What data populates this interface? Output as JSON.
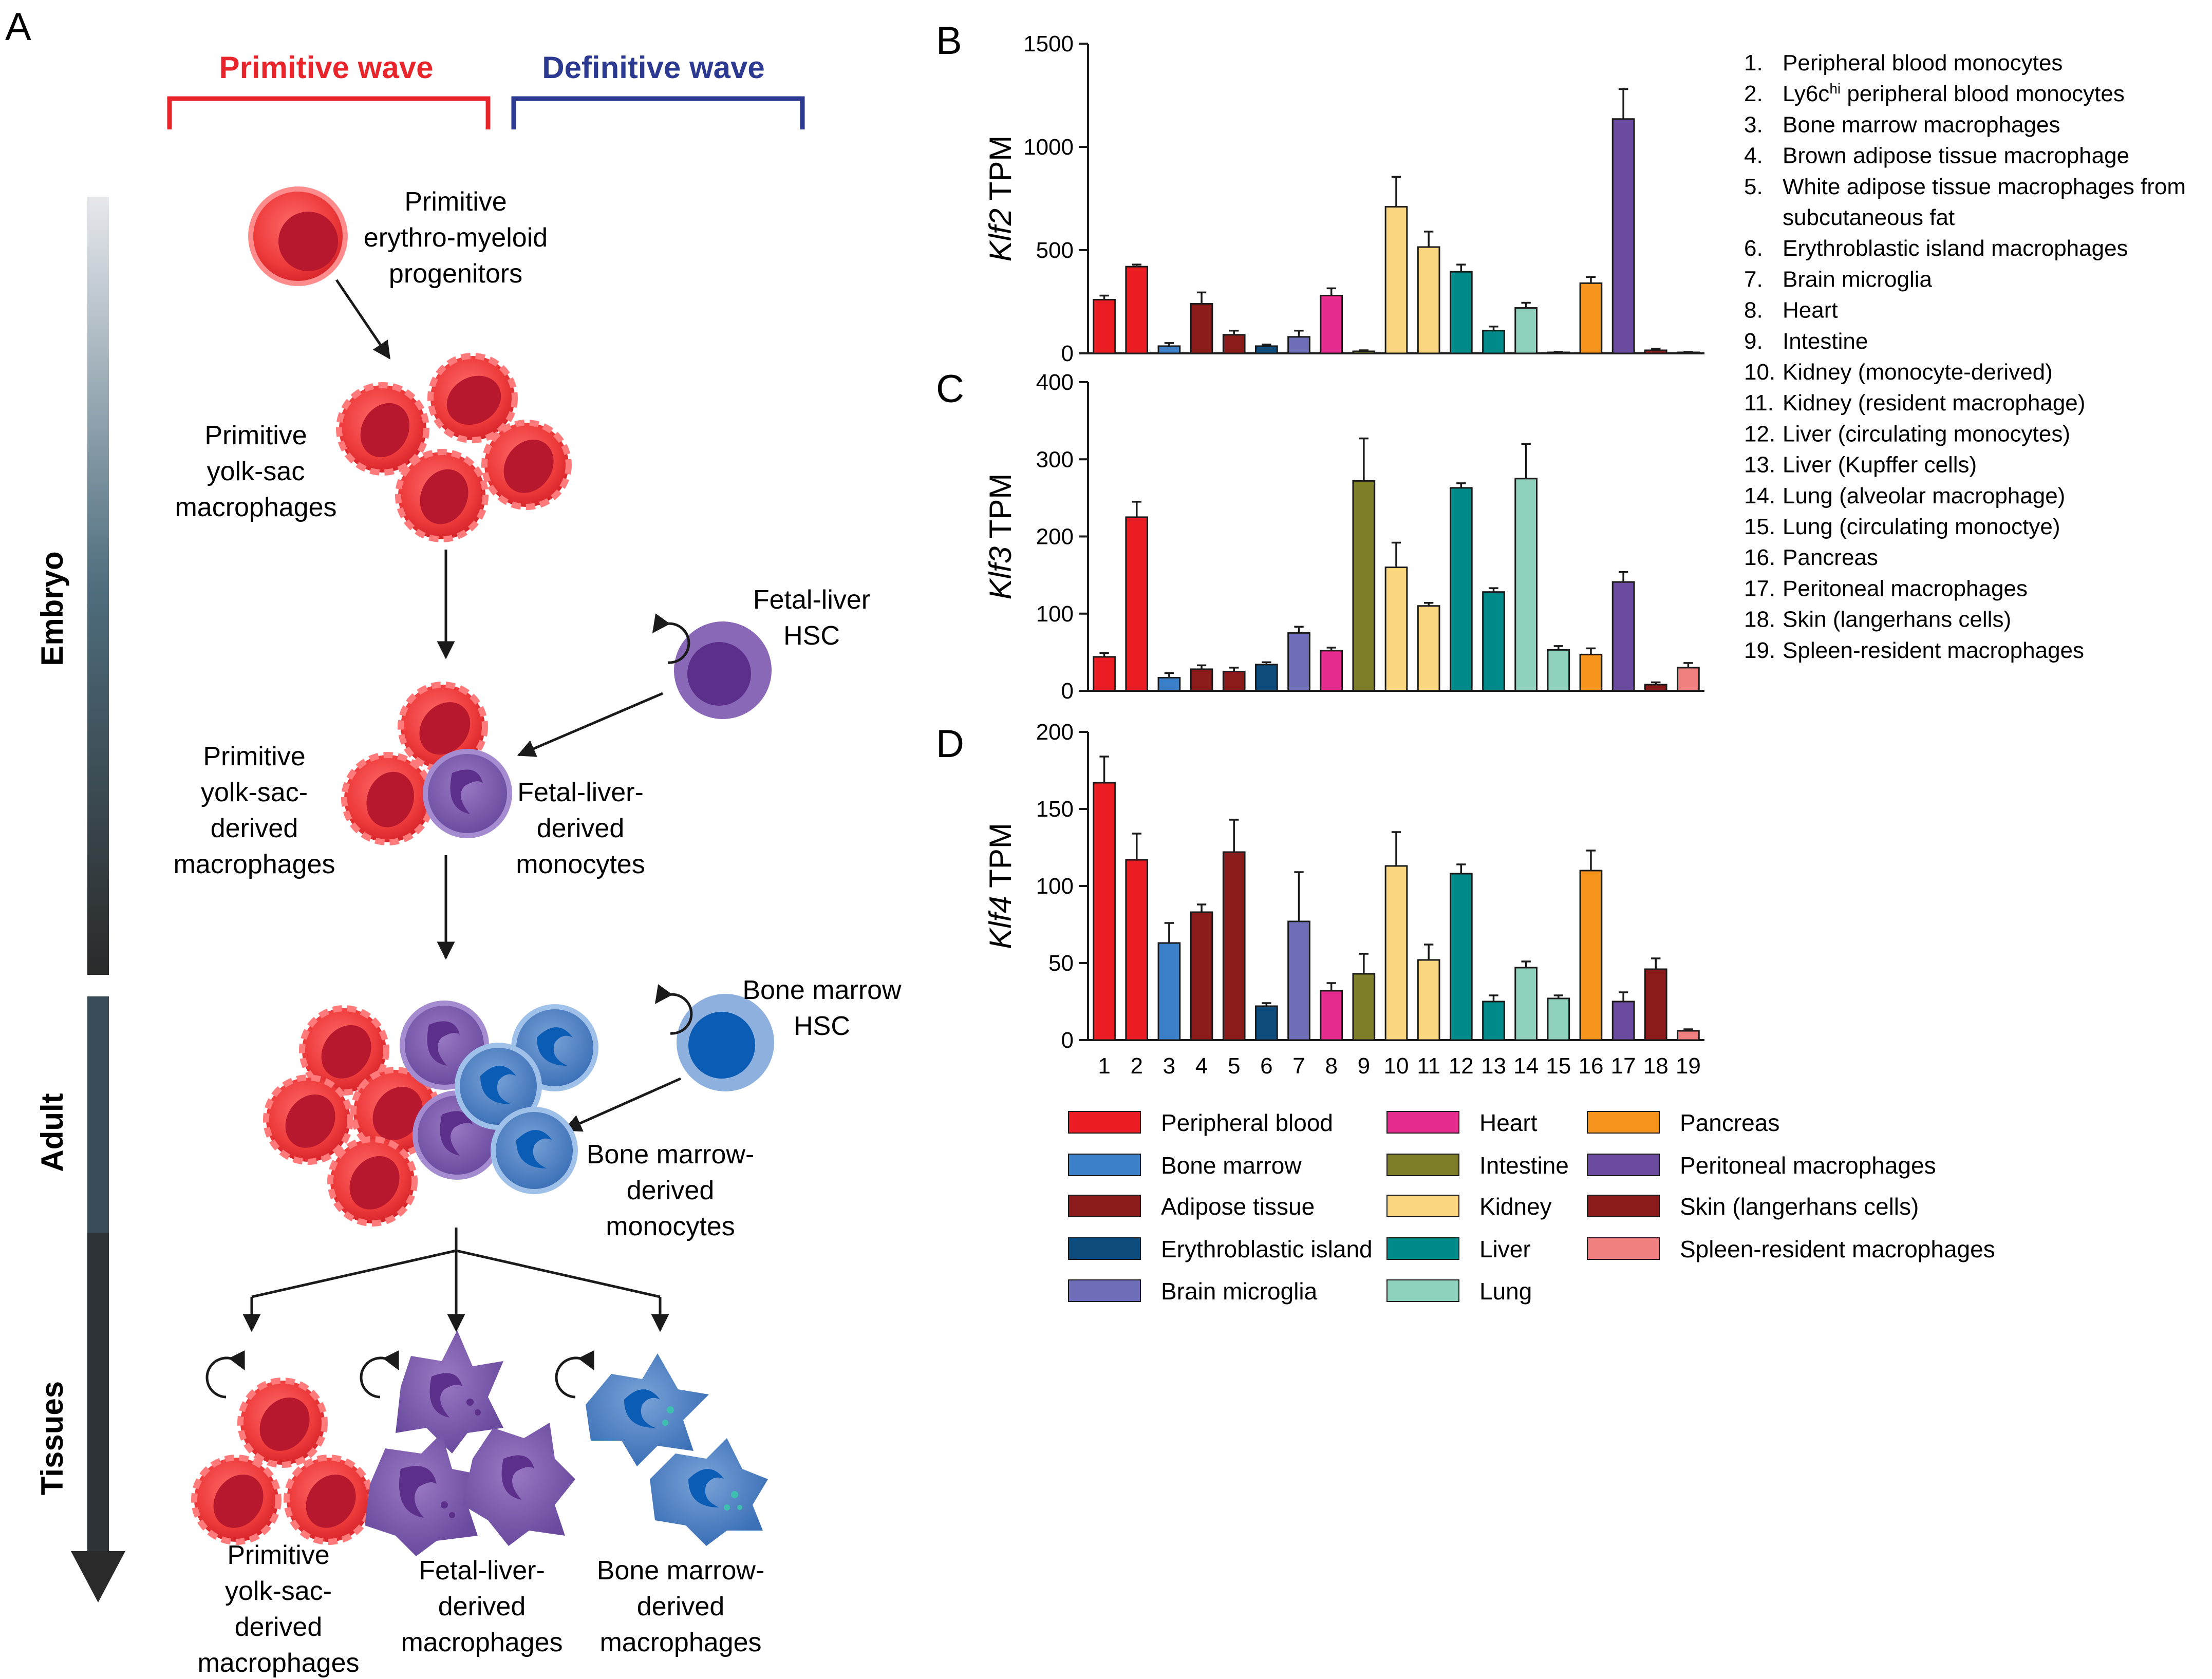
{
  "panel_letters": {
    "a": "A",
    "b": "B",
    "c": "C",
    "d": "D"
  },
  "panel_a": {
    "primitive_wave": "Primitive wave",
    "definitive_wave": "Definitive wave",
    "axis_labels": {
      "embryo": "Embryo",
      "adult": "Adult",
      "tissues": "Tissues"
    },
    "colors": {
      "primitive": "#e8252b",
      "definitive": "#2b3990"
    },
    "cells": {
      "primitive_emp": [
        "Primitive",
        "erythro-myeloid",
        "progenitors"
      ],
      "primitive_ys_macrophages": [
        "Primitive",
        "yolk-sac",
        "macrophages"
      ],
      "fetal_liver_hsc": [
        "Fetal-liver",
        "HSC"
      ],
      "primitive_ys_derived_macrophages": [
        "Primitive",
        "yolk-sac-",
        "derived",
        "macrophages"
      ],
      "fetal_liver_derived_monocytes": [
        "Fetal-liver-",
        "derived",
        "monocytes"
      ],
      "bone_marrow_hsc": [
        "Bone marrow",
        "HSC"
      ],
      "bone_marrow_derived_monocytes": [
        "Bone marrow-",
        "derived",
        "monocytes"
      ],
      "tissue_primitive": [
        "Primitive",
        "yolk-sac-",
        "derived",
        "macrophages"
      ],
      "tissue_fetal_liver": [
        "Fetal-liver-",
        "derived",
        "macrophages"
      ],
      "tissue_bone_marrow": [
        "Bone marrow-",
        "derived",
        "macrophages"
      ]
    }
  },
  "numbered_list": [
    {
      "num": "1.",
      "text": "Peripheral blood monocytes"
    },
    {
      "num": "2.",
      "text": "Ly6c",
      "sup": "hi",
      "text_after": " peripheral blood monocytes"
    },
    {
      "num": "3.",
      "text": "Bone marrow macrophages"
    },
    {
      "num": "4.",
      "text": "Brown adipose tissue macrophage"
    },
    {
      "num": "5.",
      "text": "White adipose tissue macrophages from"
    },
    {
      "num": "",
      "text": "subcutaneous fat"
    },
    {
      "num": "6.",
      "text": "Erythroblastic island macrophages"
    },
    {
      "num": "7.",
      "text": "Brain microglia"
    },
    {
      "num": "8.",
      "text": "Heart"
    },
    {
      "num": "9.",
      "text": "Intestine"
    },
    {
      "num": "10.",
      "text": "Kidney (monocyte-derived)"
    },
    {
      "num": "11.",
      "text": "Kidney (resident macrophage)"
    },
    {
      "num": "12.",
      "text": "Liver (circulating monocytes)"
    },
    {
      "num": "13.",
      "text": "Liver (Kupffer cells)"
    },
    {
      "num": "14.",
      "text": "Lung (alveolar macrophage)"
    },
    {
      "num": "15.",
      "text": "Lung (circulating monoctye)"
    },
    {
      "num": "16.",
      "text": "Pancreas"
    },
    {
      "num": "17.",
      "text": "Peritoneal macrophages"
    },
    {
      "num": "18.",
      "text": "Skin (langerhans cells)"
    },
    {
      "num": "19.",
      "text": "Spleen-resident macrophages"
    }
  ],
  "chart_data": [
    {
      "panel": "B",
      "type": "bar",
      "ylabel": "TPM",
      "ylabel_italic": "Klf2",
      "ylim": [
        0,
        1500
      ],
      "yticks": [
        0,
        500,
        1000,
        1500
      ],
      "categories": [
        "1",
        "2",
        "3",
        "4",
        "5",
        "6",
        "7",
        "8",
        "9",
        "10",
        "11",
        "12",
        "13",
        "14",
        "15",
        "16",
        "17",
        "18",
        "19"
      ],
      "values": [
        260,
        420,
        35,
        240,
        90,
        35,
        80,
        280,
        10,
        710,
        515,
        395,
        110,
        220,
        5,
        340,
        1135,
        15,
        5
      ],
      "errors": [
        20,
        10,
        15,
        55,
        20,
        8,
        30,
        35,
        5,
        145,
        75,
        35,
        20,
        25,
        2,
        30,
        145,
        8,
        2
      ],
      "show_xticklabels": false
    },
    {
      "panel": "C",
      "type": "bar",
      "ylabel": "TPM",
      "ylabel_italic": "Klf3",
      "ylim": [
        0,
        400
      ],
      "yticks": [
        0,
        100,
        200,
        300,
        400
      ],
      "categories": [
        "1",
        "2",
        "3",
        "4",
        "5",
        "6",
        "7",
        "8",
        "9",
        "10",
        "11",
        "12",
        "13",
        "14",
        "15",
        "16",
        "17",
        "18",
        "19"
      ],
      "values": [
        44,
        225,
        17,
        28,
        25,
        34,
        75,
        52,
        272,
        160,
        110,
        263,
        128,
        275,
        53,
        47,
        141,
        8,
        30
      ],
      "errors": [
        5,
        20,
        6,
        5,
        5,
        3,
        8,
        4,
        55,
        32,
        4,
        6,
        5,
        45,
        5,
        8,
        13,
        3,
        6
      ],
      "show_xticklabels": false
    },
    {
      "panel": "D",
      "type": "bar",
      "ylabel": "TPM",
      "ylabel_italic": "Klf4",
      "ylim": [
        0,
        200
      ],
      "yticks": [
        0,
        50,
        100,
        150,
        200
      ],
      "categories": [
        "1",
        "2",
        "3",
        "4",
        "5",
        "6",
        "7",
        "8",
        "9",
        "10",
        "11",
        "12",
        "13",
        "14",
        "15",
        "16",
        "17",
        "18",
        "19"
      ],
      "values": [
        167,
        117,
        63,
        83,
        122,
        22,
        77,
        32,
        43,
        113,
        52,
        108,
        25,
        47,
        27,
        110,
        25,
        46,
        6
      ],
      "errors": [
        17,
        17,
        13,
        5,
        21,
        2,
        32,
        5,
        13,
        22,
        10,
        6,
        4,
        4,
        2,
        13,
        6,
        7,
        1
      ],
      "show_xticklabels": true
    }
  ],
  "bar_colors": [
    "#ec1c24",
    "#ec1c24",
    "#3a7fc7",
    "#8b1a1a",
    "#8b1a1a",
    "#0e4c7e",
    "#6f6fb9",
    "#e52b8e",
    "#7d7d2a",
    "#fbd680",
    "#fbd680",
    "#008b8b",
    "#008b8b",
    "#8fd1bd",
    "#8fd1bd",
    "#f7941d",
    "#6b4ba0",
    "#8b1a1a",
    "#f08080"
  ],
  "legend": [
    {
      "label": "Peripheral blood",
      "color": "#ec1c24"
    },
    {
      "label": "Bone marrow",
      "color": "#3a7fc7"
    },
    {
      "label": "Adipose tissue",
      "color": "#8b1a1a"
    },
    {
      "label": "Erythroblastic island",
      "color": "#0e4c7e"
    },
    {
      "label": "Brain microglia",
      "color": "#6f6fb9"
    },
    {
      "label": "Heart",
      "color": "#e52b8e"
    },
    {
      "label": "Intestine",
      "color": "#7d7d2a"
    },
    {
      "label": "Kidney",
      "color": "#fbd680"
    },
    {
      "label": "Liver",
      "color": "#008b8b"
    },
    {
      "label": "Lung",
      "color": "#8fd1bd"
    },
    {
      "label": "Pancreas",
      "color": "#f7941d"
    },
    {
      "label": "Peritoneal macrophages",
      "color": "#6b4ba0"
    },
    {
      "label": "Skin (langerhans cells)",
      "color": "#8b1a1a"
    },
    {
      "label": "Spleen-resident macrophages",
      "color": "#f08080"
    }
  ]
}
